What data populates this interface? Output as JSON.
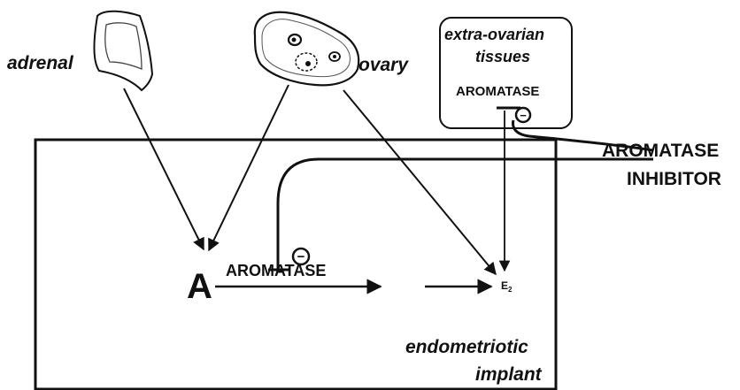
{
  "labels": {
    "adrenal": "adrenal",
    "ovary": "ovary",
    "extra_ovarian_line1": "extra-ovarian",
    "extra_ovarian_line2": "tissues",
    "aromatase_top": "AROMATASE",
    "inhibitor_line1": "AROMATASE",
    "inhibitor_line2": "INHIBITOR",
    "androgen": "A",
    "aromatase_main": "AROMATASE",
    "estradiol": "E",
    "estradiol_sub": "2",
    "implant_line1": "endometriotic",
    "implant_line2": "implant",
    "minus_symbol": "−"
  }
}
